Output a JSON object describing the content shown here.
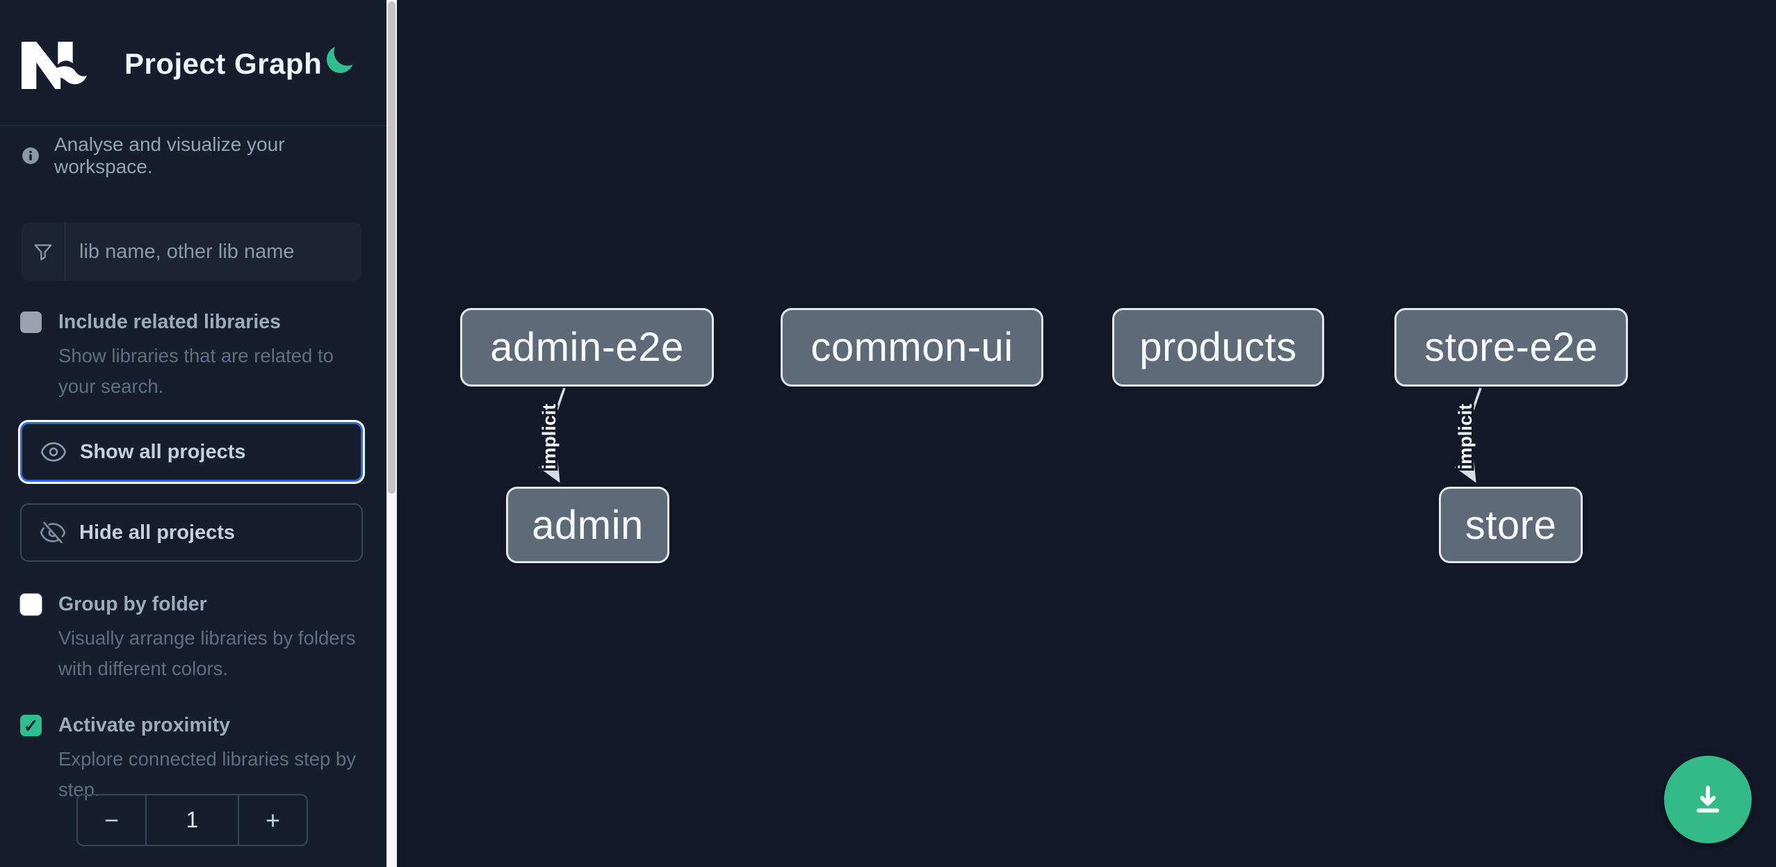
{
  "header": {
    "title": "Project Graph"
  },
  "sidebar": {
    "tagline": "Analyse and visualize your workspace.",
    "search": {
      "placeholder": "lib name, other lib name"
    },
    "include_related": {
      "label": "Include related libraries",
      "description": "Show libraries that are related to your search.",
      "checked": false
    },
    "show_all": {
      "label": "Show all projects",
      "focused": true
    },
    "hide_all": {
      "label": "Hide all projects"
    },
    "group_by_folder": {
      "label": "Group by folder",
      "description": "Visually arrange libraries by folders with different colors.",
      "checked": false
    },
    "activate_proximity": {
      "label": "Activate proximity",
      "description": "Explore connected libraries step by step.",
      "checked": true,
      "check_glyph": "✓"
    },
    "proximity_stepper": {
      "decrement_label": "−",
      "value": "1",
      "increment_label": "+"
    }
  },
  "graph": {
    "nodes": [
      {
        "label": "admin-e2e"
      },
      {
        "label": "common-ui"
      },
      {
        "label": "products"
      },
      {
        "label": "store-e2e"
      },
      {
        "label": "admin"
      },
      {
        "label": "store"
      }
    ],
    "edges": [
      {
        "from": "admin-e2e",
        "to": "admin",
        "label": "implicit"
      },
      {
        "from": "store-e2e",
        "to": "store",
        "label": "implicit"
      }
    ]
  },
  "colors": {
    "accent_green": "#34b989",
    "focus_blue": "#2d6ae2",
    "node_fill": "#5f6a79",
    "sidebar_bg": "#161d2d",
    "canvas_bg": "#121928"
  }
}
